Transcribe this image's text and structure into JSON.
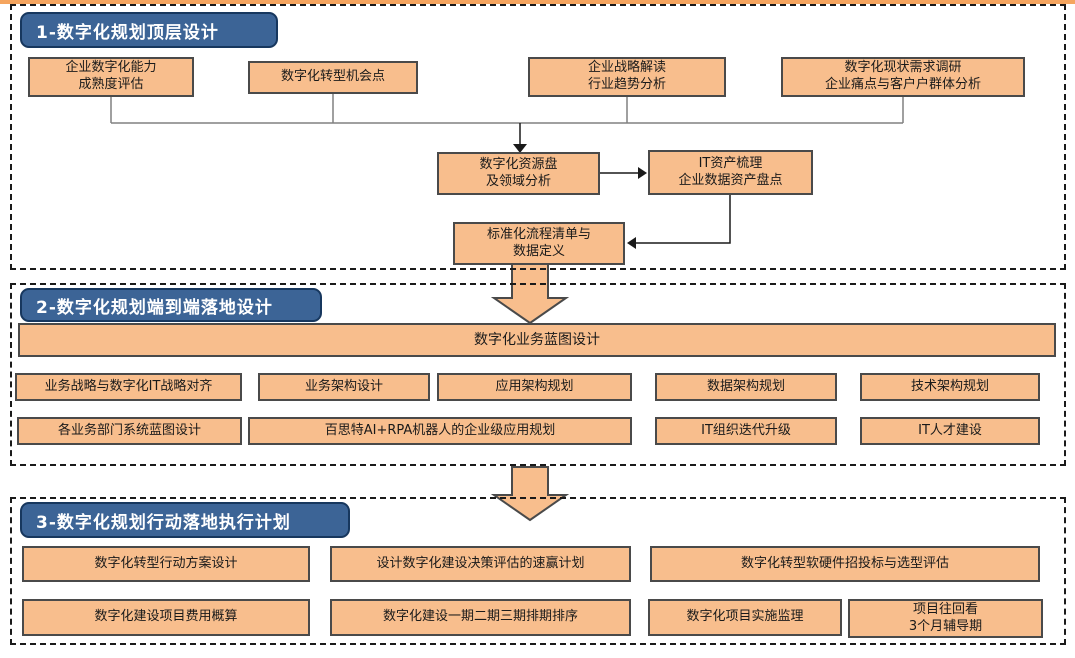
{
  "diagram": {
    "colors": {
      "box_fill": "#F8BE8D",
      "box_border": "#4A4A4A",
      "header_fill": "#3C6496",
      "header_border": "#17375E",
      "header_text": "#FFFFFF",
      "dashed_border": "#1A1A1A",
      "top_strip": "#F5A55F",
      "connector_line": "#808080",
      "arrow_color": "#1A1A1A"
    },
    "sections": [
      {
        "title": "1-数字化规划顶层设计",
        "boxes": [
          "企业数字化能力\n成熟度评估",
          "数字化转型机会点",
          "企业战略解读\n行业趋势分析",
          "数字化现状需求调研\n企业痛点与客户户群体分析",
          "数字化资源盘\n及领域分析",
          "IT资产梳理\n企业数据资产盘点",
          "标准化流程清单与\n数据定义"
        ]
      },
      {
        "title": "2-数字化规划端到端落地设计",
        "banner": "数字化业务蓝图设计",
        "boxes": [
          "业务战略与数字化IT战略对齐",
          "业务架构设计",
          "应用架构规划",
          "数据架构规划",
          "技术架构规划",
          "各业务部门系统蓝图设计",
          "百思特AI+RPA机器人的企业级应用规划",
          "IT组织迭代升级",
          "IT人才建设"
        ]
      },
      {
        "title": "3-数字化规划行动落地执行计划",
        "boxes": [
          "数字化转型行动方案设计",
          "设计数字化建设决策评估的速赢计划",
          "数字化转型软硬件招投标与选型评估",
          "数字化建设项目费用概算",
          "数字化建设一期二期三期排期排序",
          "数字化项目实施监理",
          "项目往回看\n3个月辅导期"
        ]
      }
    ]
  }
}
